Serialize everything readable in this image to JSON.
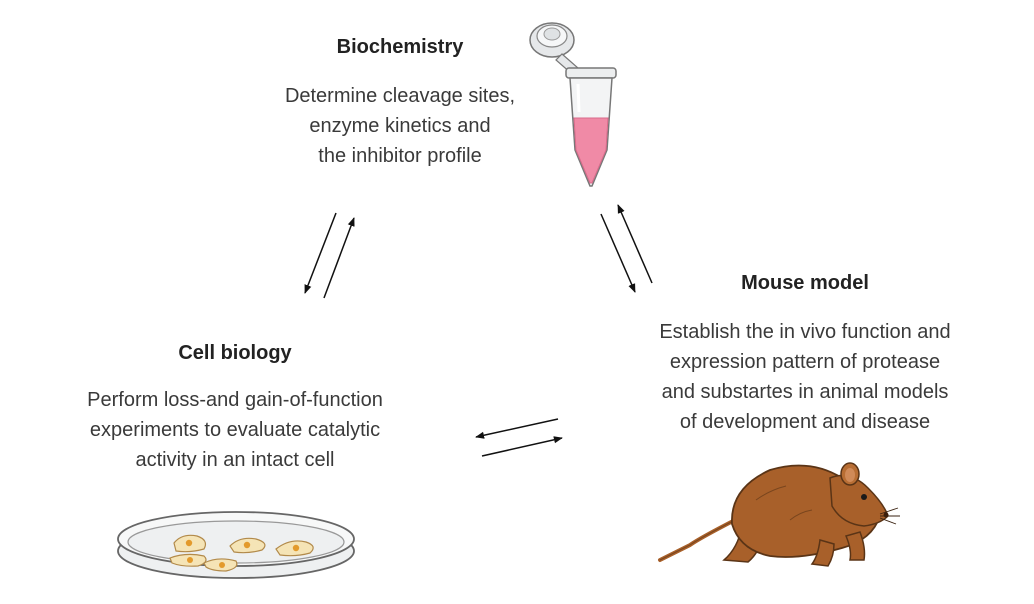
{
  "biochemistry": {
    "title": "Biochemistry",
    "lines": [
      "Determine cleavage sites,",
      "enzyme kinetics and",
      "the inhibitor profile"
    ]
  },
  "cell_biology": {
    "title": "Cell biology",
    "lines": [
      "Perform loss-and gain-of-function",
      "experiments to evaluate catalytic",
      "activity in an intact cell"
    ]
  },
  "mouse_model": {
    "title": "Mouse model",
    "lines": [
      "Establish the in vivo function and",
      "expression pattern of protease",
      "and substartes in animal models",
      "of development and disease"
    ]
  },
  "colors": {
    "text": "#3a3a3a",
    "tube_liquid": "#f08aa6",
    "mouse_fur": "#a8602a",
    "cell_body": "#f5e4b6",
    "cell_nucleus": "#e39a2c"
  },
  "icons": [
    "microcentrifuge-tube-icon",
    "petri-dish-icon",
    "mouse-icon"
  ]
}
